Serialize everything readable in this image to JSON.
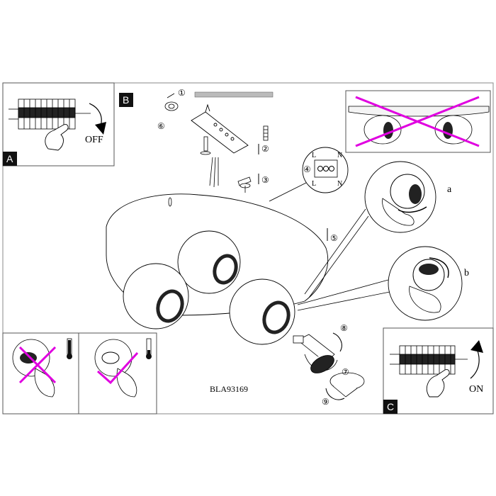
{
  "panels": {
    "A": {
      "badge": "A",
      "switch_label": "OFF"
    },
    "B": {
      "badge": "B"
    },
    "C": {
      "badge": "C",
      "switch_label": "ON"
    }
  },
  "steps": [
    "①",
    "②",
    "③",
    "④",
    "⑤",
    "⑥",
    "⑦",
    "⑧",
    "⑨"
  ],
  "callouts": {
    "a": "a",
    "b": "b"
  },
  "terminal": {
    "left": "L",
    "right": "N"
  },
  "model_code": "BLA93169",
  "colors": {
    "cross_mark": "#e000e0",
    "ink": "#000000",
    "frame": "#888888"
  }
}
